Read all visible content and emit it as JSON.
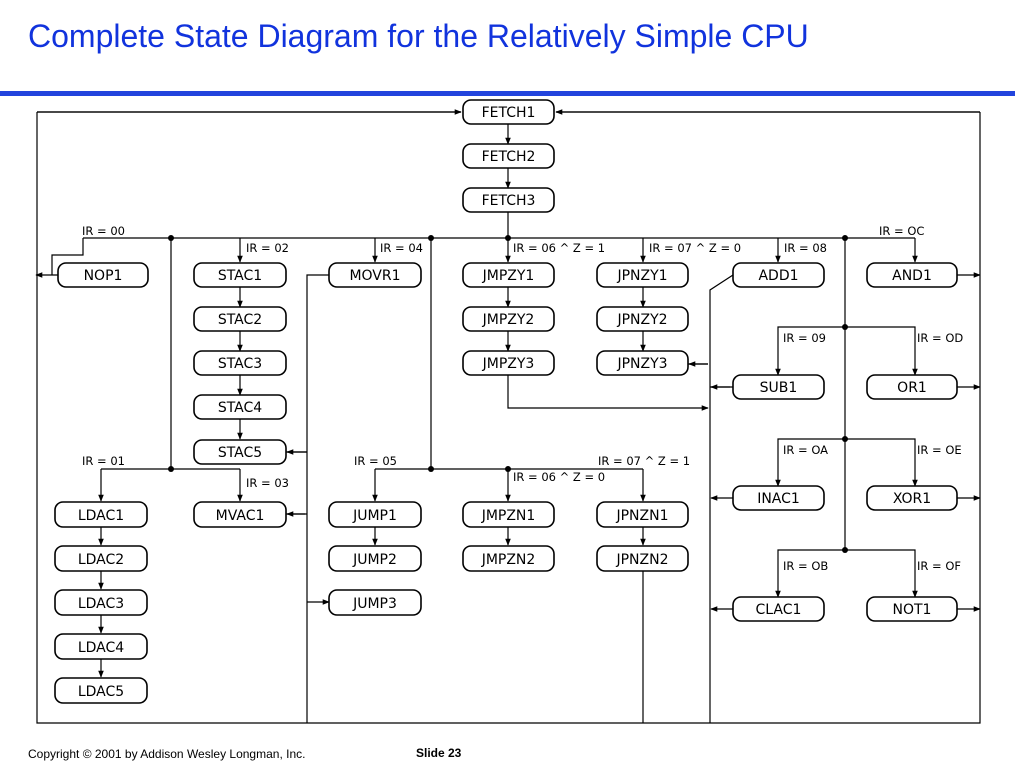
{
  "title": "Complete State Diagram for the Relatively Simple CPU",
  "footer": {
    "copyright": "Copyright © 2001 by Addison Wesley Longman, Inc.",
    "slide": "Slide 23"
  },
  "states": {
    "fetch1": "FETCH1",
    "fetch2": "FETCH2",
    "fetch3": "FETCH3",
    "nop1": "NOP1",
    "stac1": "STAC1",
    "stac2": "STAC2",
    "stac3": "STAC3",
    "stac4": "STAC4",
    "stac5": "STAC5",
    "movr1": "MOVR1",
    "jmpzy1": "JMPZY1",
    "jmpzy2": "JMPZY2",
    "jmpzy3": "JMPZY3",
    "jpnzy1": "JPNZY1",
    "jpnzy2": "JPNZY2",
    "jpnzy3": "JPNZY3",
    "add1": "ADD1",
    "and1": "AND1",
    "sub1": "SUB1",
    "or1": "OR1",
    "inac1": "INAC1",
    "xor1": "XOR1",
    "clac1": "CLAC1",
    "not1": "NOT1",
    "ldac1": "LDAC1",
    "ldac2": "LDAC2",
    "ldac3": "LDAC3",
    "ldac4": "LDAC4",
    "ldac5": "LDAC5",
    "mvac1": "MVAC1",
    "jump1": "JUMP1",
    "jump2": "JUMP2",
    "jump3": "JUMP3",
    "jmpzn1": "JMPZN1",
    "jmpzn2": "JMPZN2",
    "jpnzn1": "JPNZN1",
    "jpnzn2": "JPNZN2"
  },
  "conditions": {
    "ir00": "IR = 00",
    "ir02": "IR = 02",
    "ir04": "IR = 04",
    "ir06z1": "IR = 06 ^ Z = 1",
    "ir07z0": "IR = 07 ^ Z = 0",
    "ir08": "IR = 08",
    "ir0c": "IR = OC",
    "ir09": "IR = 09",
    "ir0d": "IR = OD",
    "ir0a": "IR = OA",
    "ir0e": "IR = OE",
    "ir0b": "IR = OB",
    "ir0f": "IR = OF",
    "ir01": "IR = 01",
    "ir03": "IR = 03",
    "ir05": "IR = 05",
    "ir06z0": "IR = 06 ^ Z = 0",
    "ir07z1": "IR = 07 ^ Z = 1"
  }
}
